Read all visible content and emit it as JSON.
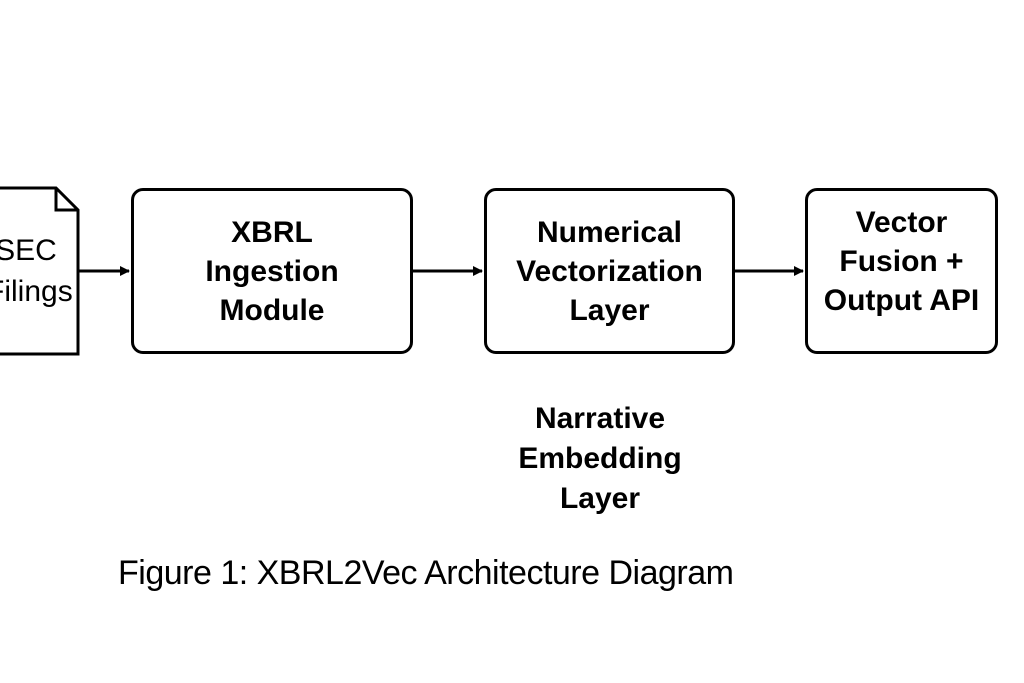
{
  "diagram": {
    "nodes": {
      "sec_filings": {
        "label": "SEC\nFilings"
      },
      "xbrl_ingestion": {
        "label": "XBRL\nIngestion\nModule"
      },
      "numerical_vectorization": {
        "label": "Numerical\nVectorization\nLayer"
      },
      "vector_fusion": {
        "label": "Vector\nFusion +\nOutput API"
      },
      "narrative_embedding": {
        "label": "Narrative\nEmbedding\nLayer"
      }
    },
    "edges": [
      {
        "from": "sec_filings",
        "to": "xbrl_ingestion"
      },
      {
        "from": "xbrl_ingestion",
        "to": "numerical_vectorization"
      },
      {
        "from": "numerical_vectorization",
        "to": "vector_fusion"
      }
    ],
    "caption": "Figure 1: XBRL2Vec Architecture Diagram"
  }
}
